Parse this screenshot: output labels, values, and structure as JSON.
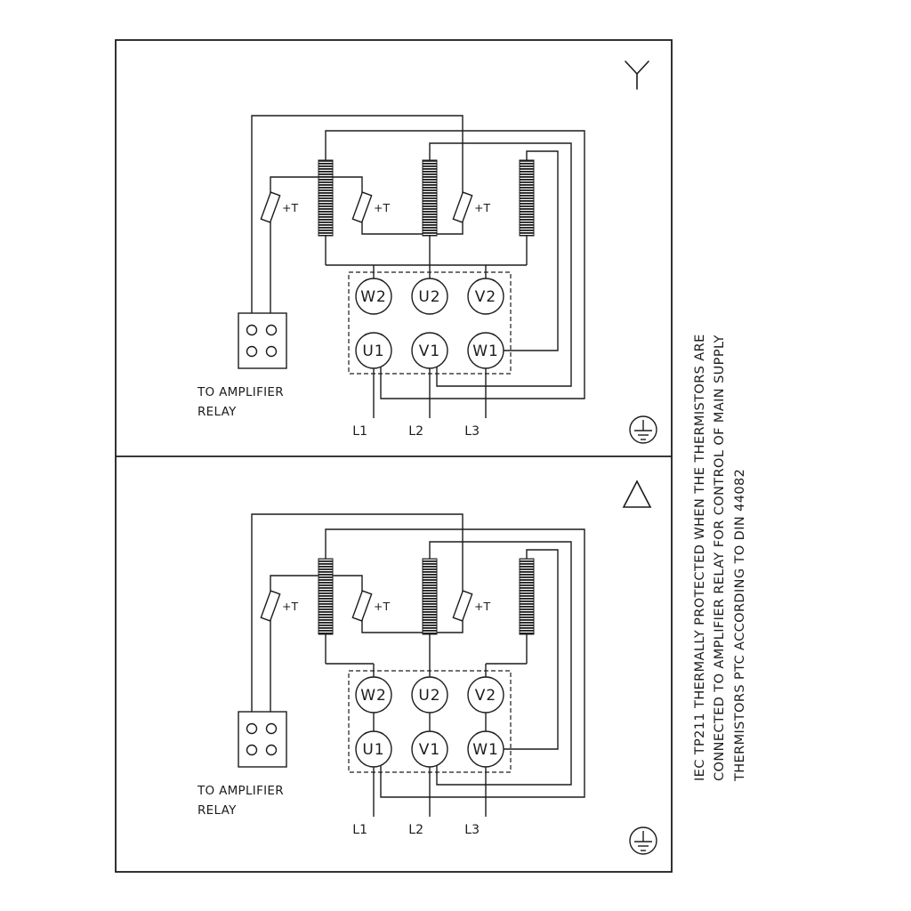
{
  "colors": {
    "background": "#ffffff",
    "line": "#1c1c1c"
  },
  "side_note": {
    "line1": "IEC TP211 THERMALLY PROTECTED WHEN THE THERMISTORS ARE",
    "line2": "CONNECTED TO AMPLIFIER RELAY FOR CONTROL OF MAIN SUPPLY",
    "line3": "THERMISTORS PTC ACCORDING TO DIN 44082"
  },
  "panel_star": {
    "connection_icon": "star-connection-icon",
    "earth_icon": "protective-earth-icon",
    "thermistor_label": "+T",
    "terminals_top": [
      "W2",
      "U2",
      "V2"
    ],
    "terminals_bottom": [
      "U1",
      "V1",
      "W1"
    ],
    "supply": [
      "L1",
      "L2",
      "L3"
    ],
    "relay_note": [
      "TO AMPLIFIER",
      "RELAY"
    ]
  },
  "panel_delta": {
    "connection_icon": "delta-connection-icon",
    "earth_icon": "protective-earth-icon",
    "thermistor_label": "+T",
    "terminals_top": [
      "W2",
      "U2",
      "V2"
    ],
    "terminals_bottom": [
      "U1",
      "V1",
      "W1"
    ],
    "supply": [
      "L1",
      "L2",
      "L3"
    ],
    "relay_note": [
      "TO AMPLIFIER",
      "RELAY"
    ]
  }
}
